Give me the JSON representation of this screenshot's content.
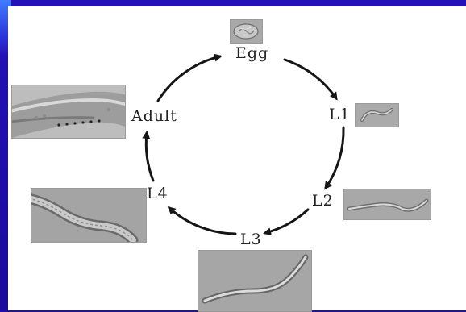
{
  "diagram": {
    "stages": {
      "egg": "Egg",
      "l1": "L1",
      "l2": "L2",
      "l3": "L3",
      "l4": "L4",
      "adult": "Adult"
    },
    "colors": {
      "background": "#1f0fa8",
      "panel": "#ffffff",
      "arrow": "#151515",
      "text": "#222222"
    },
    "micrographs": [
      "egg-micrograph",
      "l1-larva-micrograph",
      "l2-larva-micrograph",
      "l3-larva-micrograph",
      "l4-larva-micrograph",
      "adult-worm-micrograph"
    ]
  }
}
